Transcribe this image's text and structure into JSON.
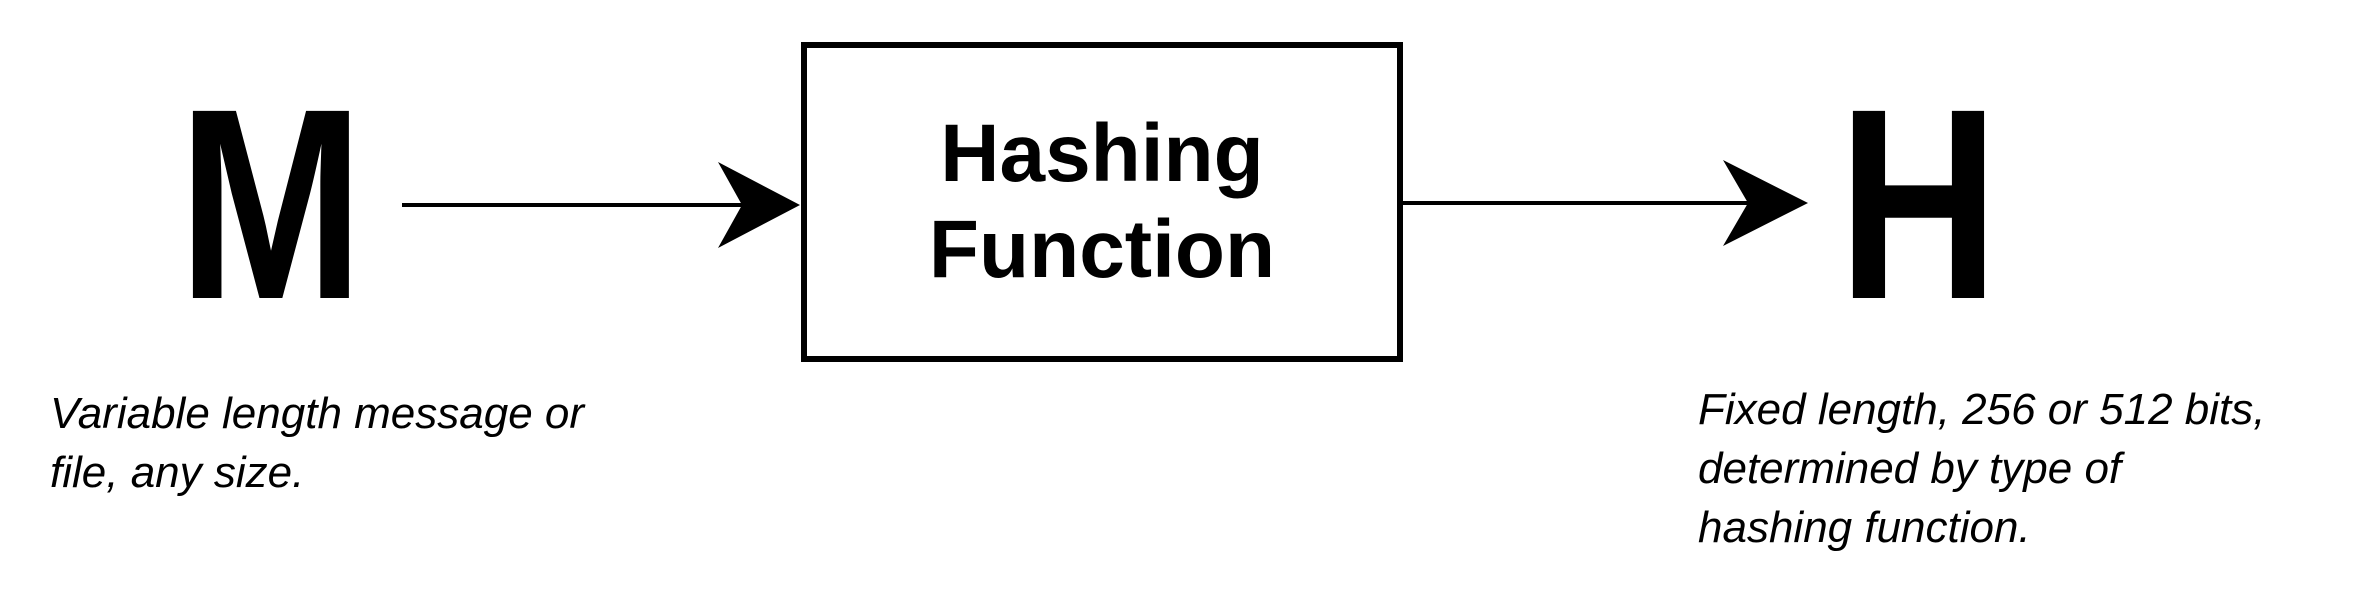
{
  "input_node": {
    "symbol": "M",
    "caption_lines": [
      "Variable length message or",
      "file, any size."
    ]
  },
  "process_node": {
    "label_lines": [
      "Hashing",
      "Function"
    ]
  },
  "output_node": {
    "symbol": "H",
    "caption_lines": [
      "Fixed length, 256 or 512 bits,",
      "determined by type of",
      "hashing function."
    ]
  },
  "connectors": [
    {
      "from": "M",
      "to": "Hashing Function"
    },
    {
      "from": "Hashing Function",
      "to": "H"
    }
  ],
  "colors": {
    "ink": "#000000",
    "background": "#ffffff"
  }
}
